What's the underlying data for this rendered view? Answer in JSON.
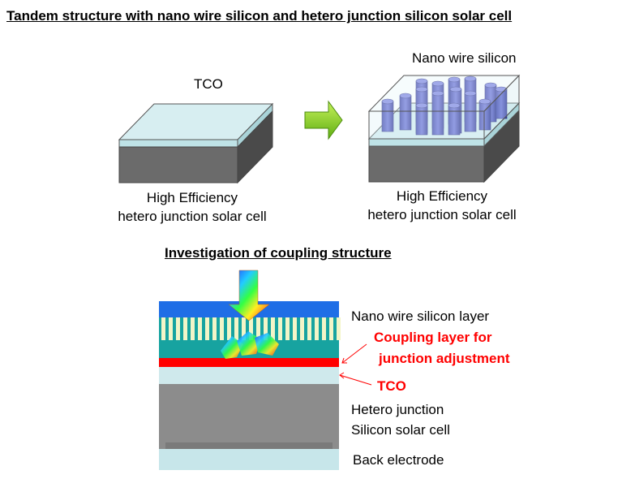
{
  "title": "Tandem structure with nano wire silicon and hetero junction silicon solar cell",
  "left_cell": {
    "top_label": "TCO",
    "bottom_label_line1": "High Efficiency",
    "bottom_label_line2": "hetero junction solar cell"
  },
  "right_cell": {
    "top_label": "Nano wire silicon",
    "bottom_label_line1": "High Efficiency",
    "bottom_label_line2": "hetero junction solar cell"
  },
  "subtitle": "Investigation of coupling structure",
  "cross_section": {
    "nanowire_layer": "Nano wire silicon layer",
    "coupling_line1": "Coupling layer for",
    "coupling_line2": "junction adjustment",
    "tco": "TCO",
    "hetero_line1": "Hetero junction",
    "hetero_line2": "Silicon solar cell",
    "back_electrode": "Back electrode"
  },
  "colors": {
    "tco": "#cfe9ec",
    "substrate_dark": "#6a6a6a",
    "nanowire": "#4b4fb8",
    "arrow_green": "#8fd21a",
    "blue_layer": "#1f6ee6",
    "teal_layer": "#17a3a0",
    "coupling_red": "#ff0000",
    "wafer_gray": "#8a8a8a"
  }
}
